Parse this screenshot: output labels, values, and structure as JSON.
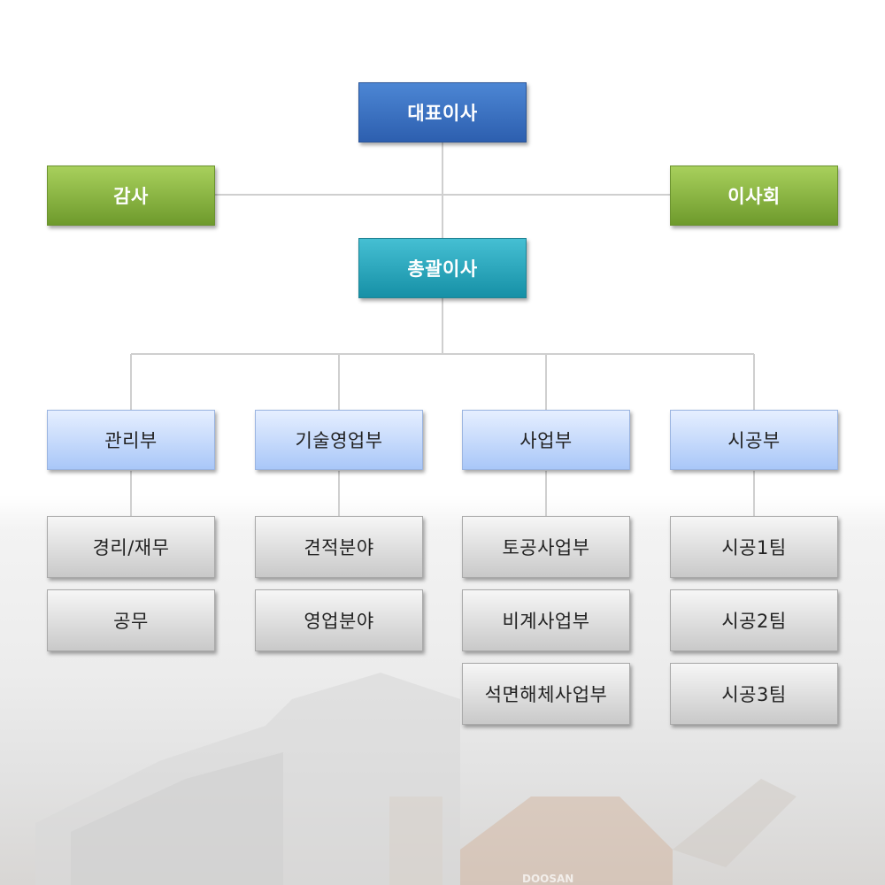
{
  "org": {
    "ceo": "대표이사",
    "auditor": "감사",
    "board": "이사회",
    "general_manager": "총괄이사",
    "departments": [
      {
        "name": "관리부",
        "units": [
          "경리/재무",
          "공무"
        ]
      },
      {
        "name": "기술영업부",
        "units": [
          "견적분야",
          "영업분야"
        ]
      },
      {
        "name": "사업부",
        "units": [
          "토공사업부",
          "비계사업부",
          "석면해체사업부"
        ]
      },
      {
        "name": "시공부",
        "units": [
          "시공1팀",
          "시공2팀",
          "시공3팀"
        ]
      }
    ]
  },
  "background": {
    "watermark": "DOOSAN"
  },
  "colors": {
    "ceo": "#2d5faf",
    "advisory": "#6e9a2c",
    "general_manager": "#1690a6",
    "department": "#a9c7f8",
    "unit": "#c9c9c9",
    "connector": "#cfcfcf"
  }
}
